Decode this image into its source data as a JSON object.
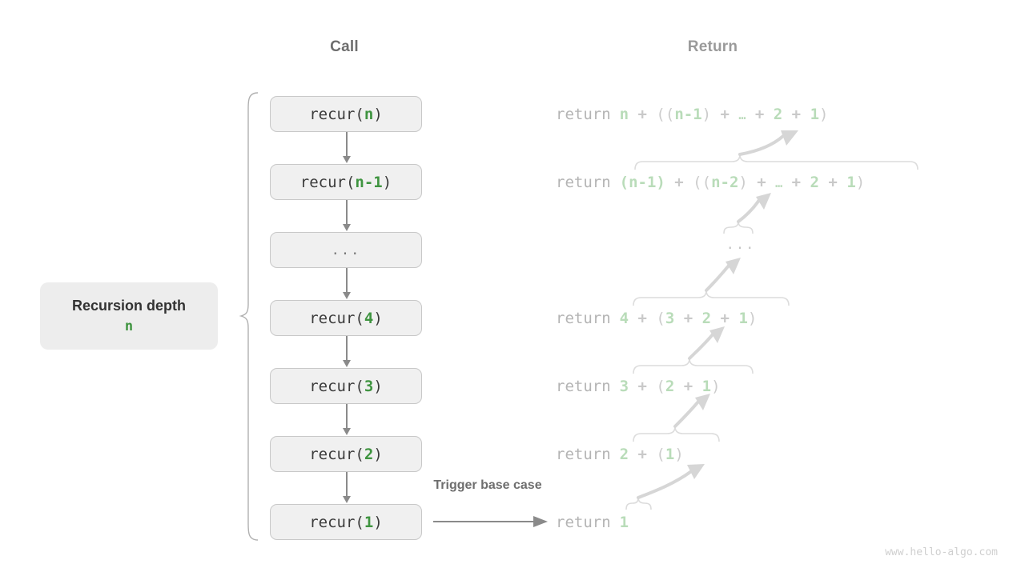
{
  "headers": {
    "call": "Call",
    "return": "Return"
  },
  "depth_label": {
    "title": "Recursion depth",
    "value": "n"
  },
  "trigger_label": "Trigger base case",
  "watermark": "www.hello-algo.com",
  "colors": {
    "green": "#3f9440",
    "green_faded": "#b9dcb9",
    "box_fill": "#f0f0f0",
    "box_border": "#c8c8c8",
    "arrow": "#8a8a8a",
    "text_dark": "#3b3b3b",
    "text_muted": "#6e6e6e",
    "text_faded": "#b4b4b4"
  },
  "call_stack": [
    {
      "name": "call-box-n",
      "prefix": "recur(",
      "arg": "n",
      "suffix": ")",
      "ellipsis": false
    },
    {
      "name": "call-box-n-1",
      "prefix": "recur(",
      "arg": "n-1",
      "suffix": ")",
      "ellipsis": false
    },
    {
      "name": "call-box-dots",
      "prefix": "",
      "arg": "",
      "suffix": "",
      "ellipsis": true,
      "text": "..."
    },
    {
      "name": "call-box-4",
      "prefix": "recur(",
      "arg": "4",
      "suffix": ")",
      "ellipsis": false
    },
    {
      "name": "call-box-3",
      "prefix": "recur(",
      "arg": "3",
      "suffix": ")",
      "ellipsis": false
    },
    {
      "name": "call-box-2",
      "prefix": "recur(",
      "arg": "2",
      "suffix": ")",
      "ellipsis": false
    },
    {
      "name": "call-box-1",
      "prefix": "recur(",
      "arg": "1",
      "suffix": ")",
      "ellipsis": false
    }
  ],
  "returns": {
    "keyword": "return",
    "ellipsis_row": "...",
    "rows": [
      {
        "name": "return-row-n",
        "expression": "n + ((n-1) + … + 2 + 1)"
      },
      {
        "name": "return-row-n-1",
        "expression": "(n-1) + ((n-2) + … + 2 + 1)"
      },
      {
        "name": "return-row-4",
        "expression": "4 + (3 + 2 + 1)"
      },
      {
        "name": "return-row-3",
        "expression": "3 + (2 + 1)"
      },
      {
        "name": "return-row-2",
        "expression": "2 + (1)"
      },
      {
        "name": "return-row-1",
        "expression": "1"
      }
    ]
  }
}
